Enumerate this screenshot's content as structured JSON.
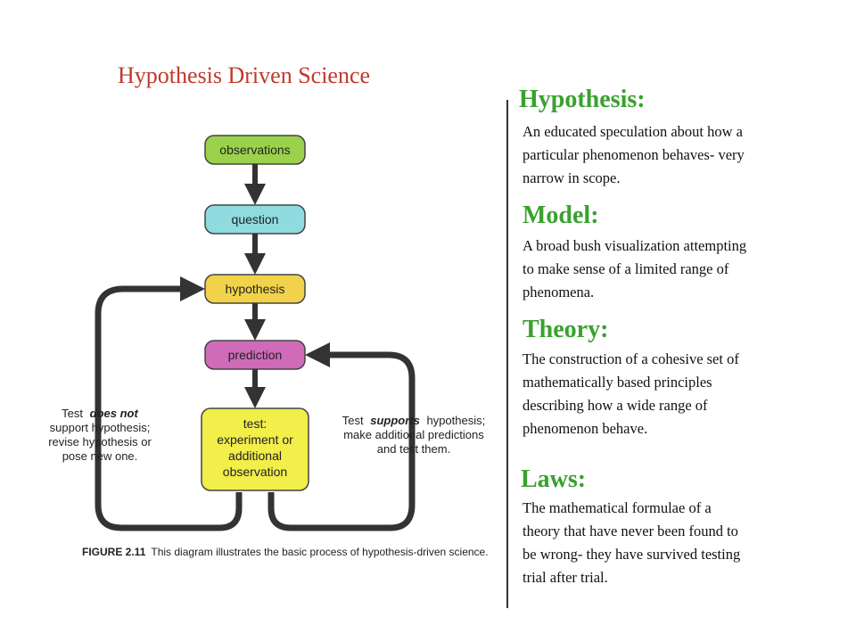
{
  "title": "Hypothesis Driven Science",
  "definitions": [
    {
      "term": "Hypothesis:",
      "lines": [
        "An educated speculation about how a",
        "particular phenomenon behaves- very",
        "narrow in scope."
      ]
    },
    {
      "term": "Model:",
      "lines": [
        "A broad bush visualization attempting",
        "to make sense of a limited range of",
        "phenomena."
      ]
    },
    {
      "term": "Theory:",
      "lines": [
        "The construction of a cohesive set of",
        "mathematically based principles",
        "describing how a wide range of",
        "phenomenon behave."
      ]
    },
    {
      "term": "Laws:",
      "lines": [
        "The mathematical formulae of a",
        "theory that have never been found to",
        "be wrong- they have survived testing",
        "trial after trial."
      ]
    }
  ],
  "diagram": {
    "boxes": [
      {
        "label": "observations",
        "color": "#9bd24b"
      },
      {
        "label": "question",
        "color": "#8fdbe0"
      },
      {
        "label": "hypothesis",
        "color": "#f2d24a"
      },
      {
        "label": "prediction",
        "color": "#cf6bb8"
      },
      {
        "label_lines": [
          "test:",
          "experiment or",
          "additional",
          "observation"
        ],
        "color": "#f2ee4a"
      }
    ],
    "left_note": [
      "Test",
      "does not",
      "support hypothesis;",
      "revise hypothesis or",
      "pose new one."
    ],
    "right_note": [
      "Test",
      "supports",
      "hypothesis;",
      "make additional predictions",
      "and test them."
    ],
    "caption_label": "FIGURE 2.11",
    "caption_text": "This diagram illustrates the basic process of hypothesis-driven science."
  }
}
